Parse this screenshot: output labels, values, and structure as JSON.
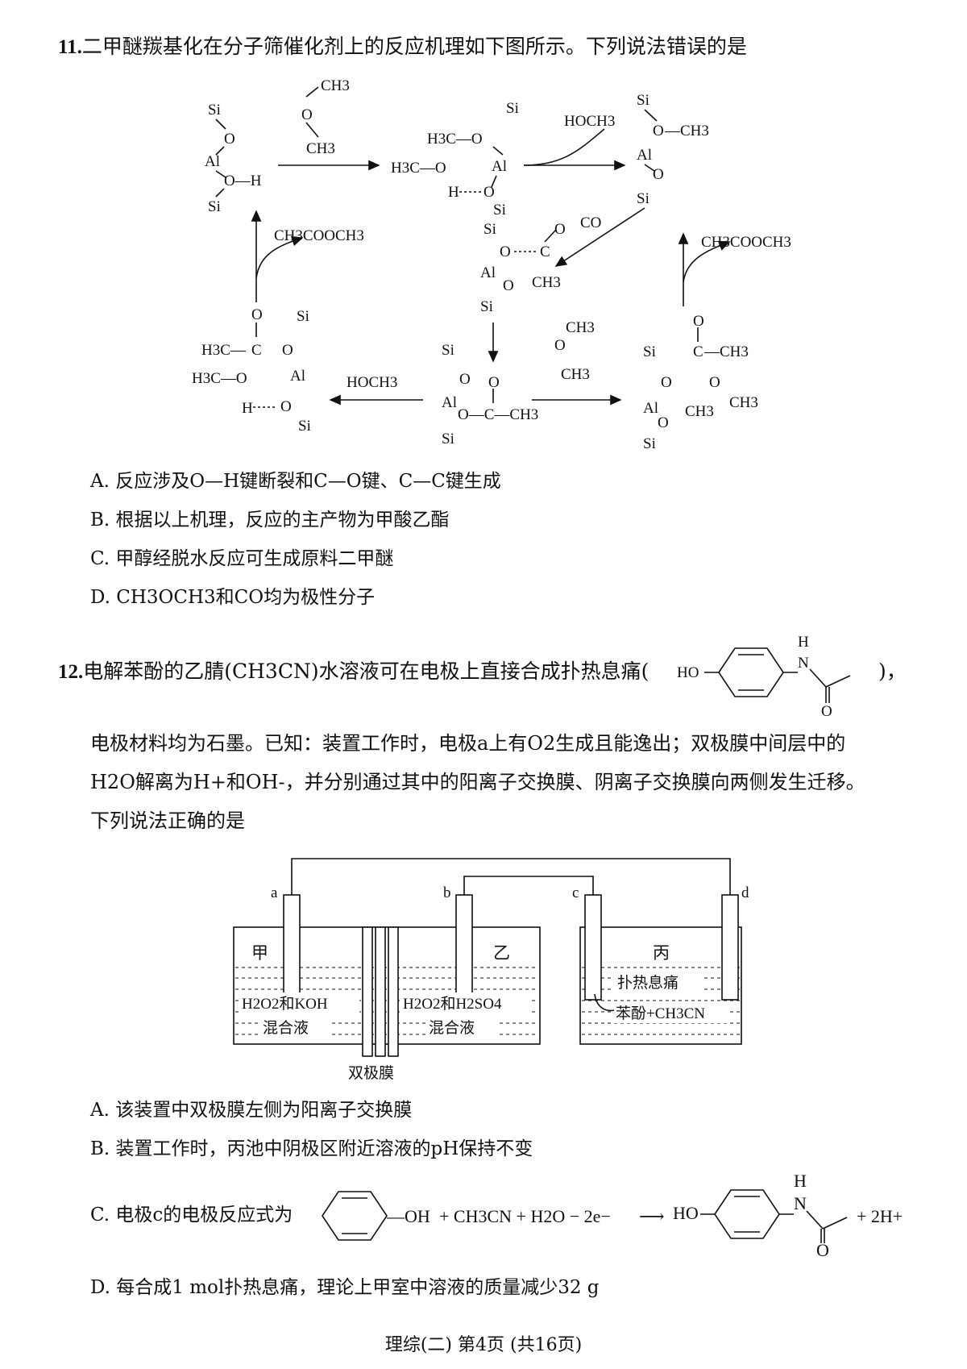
{
  "q11": {
    "number": "11.",
    "stem": "二甲醚羰基化在分子筛催化剂上的反应机理如下图所示。下列说法错误的是",
    "diagram": {
      "si": "Si",
      "al": "Al",
      "o": "O",
      "oh": "O—H",
      "h": "H",
      "dme_ch3_top": "CH3",
      "dme_ch3_bottom": "CH3",
      "h3c_o": "H3C—O",
      "h3c": "H3C—",
      "hoch3": "HOCH3",
      "co": "CO",
      "ch3": "CH3",
      "methyl_acetate": "CH3COOCH3",
      "c": "C",
      "ch3_right": "—CH3",
      "o_c_ch3": "O—C—CH3"
    },
    "options": [
      {
        "label": "A.",
        "text": "反应涉及O—H键断裂和C—O键、C—C键生成"
      },
      {
        "label": "B.",
        "text": "根据以上机理，反应的主产物为甲酸乙酯"
      },
      {
        "label": "C.",
        "text": "甲醇经脱水反应可生成原料二甲醚"
      },
      {
        "label": "D.",
        "text": "CH3OCH3和CO均为极性分子"
      }
    ]
  },
  "q12": {
    "number": "12.",
    "stem_line1": "电解苯酚的乙腈(CH3CN)水溶液可在电极上直接合成扑热息痛(",
    "stem_line1_end": ")，",
    "stem_line2": "电极材料均为石墨。已知：装置工作时，电极a上有O2生成且能逸出；双极膜中间层中的",
    "stem_line3": "H2O解离为H+和OH-，并分别通过其中的阳离子交换膜、阴离子交换膜向两侧发生迁移。",
    "stem_line4": "下列说法正确的是",
    "paracetamol": {
      "ho": "HO",
      "h": "H",
      "n": "N",
      "o": "O"
    },
    "apparatus": {
      "electrodes": [
        "a",
        "b",
        "c",
        "d"
      ],
      "cell_jia": "甲",
      "cell_yi": "乙",
      "cell_bing": "丙",
      "jia_solution_line1": "H2O2和KOH",
      "jia_solution_line2": "混合液",
      "yi_solution_line1": "H2O2和H2SO4",
      "yi_solution_line2": "混合液",
      "bing_product": "扑热息痛",
      "bing_solution": "苯酚+CH3CN",
      "membrane": "双极膜"
    },
    "options": [
      {
        "label": "A.",
        "text": "该装置中双极膜左侧为阳离子交换膜"
      },
      {
        "label": "B.",
        "text": "装置工作时，丙池中阴极区附近溶液的pH保持不变"
      },
      {
        "label": "C.",
        "text": "电极c的电极反应式为"
      },
      {
        "label": "D.",
        "text": "每合成1 mol扑热息痛，理论上甲室中溶液的质量减少32 g"
      }
    ],
    "optionC_eq": {
      "oh": "—OH",
      "plus1": "+ CH3CN + H2O − 2e−",
      "arrow": "⟶",
      "ho": "HO",
      "h": "H",
      "n": "N",
      "o": "O",
      "plus2": "+ 2H+"
    }
  },
  "footer": "理综(二)  第4页 (共16页)"
}
